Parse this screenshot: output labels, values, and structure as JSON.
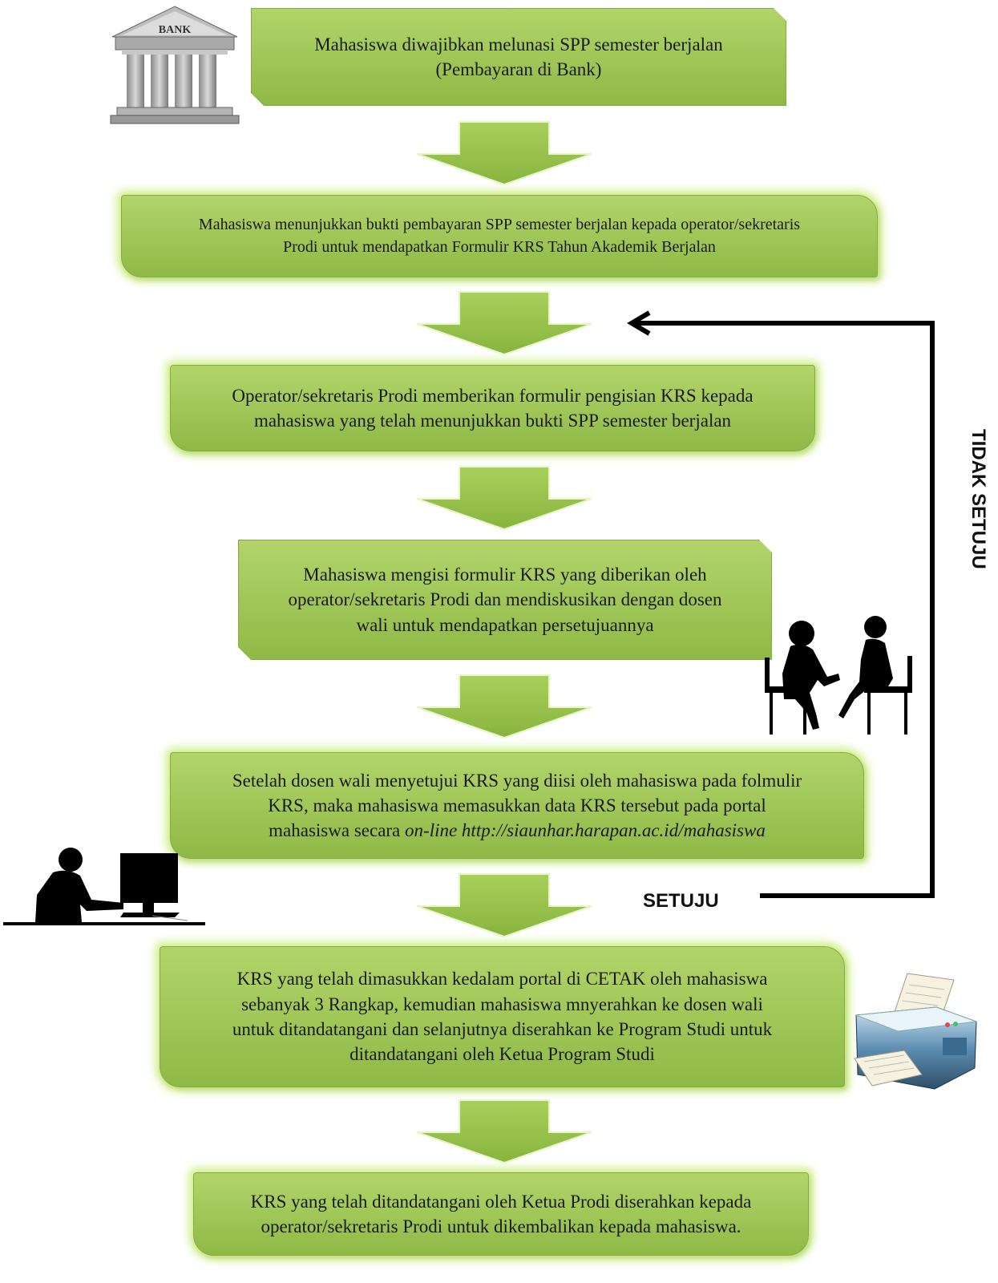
{
  "steps": [
    {
      "lines": [
        "Mahasiswa diwajibkan melunasi SPP semester berjalan",
        "(Pembayaran di Bank)"
      ]
    },
    {
      "lines": [
        "Mahasiswa menunjukkan bukti pembayaran SPP semester berjalan kepada operator/sekretaris",
        "Prodi untuk mendapatkan Formulir KRS Tahun Akademik Berjalan"
      ]
    },
    {
      "lines": [
        "Operator/sekretaris Prodi memberikan formulir pengisian KRS kepada",
        "mahasiswa yang telah menunjukkan bukti SPP semester berjalan"
      ]
    },
    {
      "lines": [
        "Mahasiswa mengisi formulir KRS yang diberikan oleh",
        "operator/sekretaris Prodi dan mendiskusikan dengan dosen",
        "wali untuk mendapatkan persetujuannya"
      ]
    },
    {
      "lines": [
        "Setelah dosen wali menyetujui KRS yang diisi oleh mahasiswa pada folmulir",
        "KRS, maka mahasiswa memasukkan data KRS tersebut pada portal"
      ],
      "last_prefix": "mahasiswa secara ",
      "last_italic": "on-line http://siaunhar.harapan.ac.id/mahasiswa"
    },
    {
      "lines": [
        "KRS yang telah dimasukkan kedalam portal di CETAK oleh mahasiswa",
        "sebanyak 3 Rangkap, kemudian mahasiswa mnyerahkan ke dosen wali",
        "untuk ditandatangani dan selanjutnya diserahkan ke Program Studi untuk",
        "ditandatangani oleh Ketua Program Studi"
      ]
    },
    {
      "lines": [
        "KRS yang telah ditandatangani oleh Ketua Prodi diserahkan kepada",
        "operator/sekretaris Prodi untuk dikembalikan kepada mahasiswa."
      ]
    }
  ],
  "labels": {
    "approve": "SETUJU",
    "reject": "TIDAK SETUJU"
  },
  "icons": {
    "bank_sign": "BANK",
    "bank": "bank-building-icon",
    "consult": "consultation-people-icon",
    "computer": "person-at-computer-icon",
    "printer": "printer-icon"
  },
  "colors": {
    "box_fill": "#a2c85a",
    "box_glow": "#c4ec6e",
    "arrow_fill": "#9cc651",
    "connector": "#000000"
  }
}
